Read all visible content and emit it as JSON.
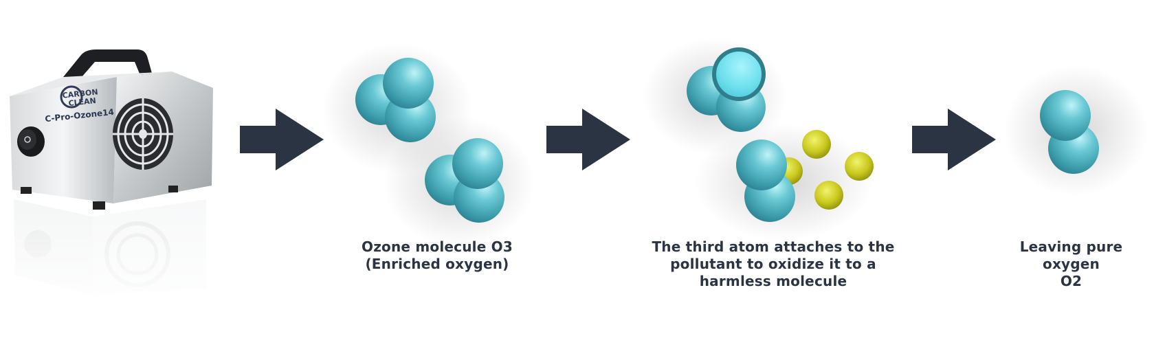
{
  "device": {
    "brand_top": "CARBON",
    "brand_bottom": "CLEAN",
    "model": "C-Pro-Ozone14"
  },
  "steps": [
    {
      "caption_lines": [
        "Ozone molecule O3",
        "(Enriched oxygen)"
      ]
    },
    {
      "caption_lines": [
        "The third atom attaches to the",
        "pollutant to oxidize it to a",
        "harmless molecule"
      ]
    },
    {
      "caption_lines": [
        "Leaving pure oxygen",
        "O2"
      ]
    }
  ],
  "colors": {
    "arrow": "#2b3442",
    "caption": "#2b3442",
    "oxygen_atom": "#4aaab8",
    "free_atom": "#6fe0ee",
    "pollutant": "#c8c81e"
  }
}
